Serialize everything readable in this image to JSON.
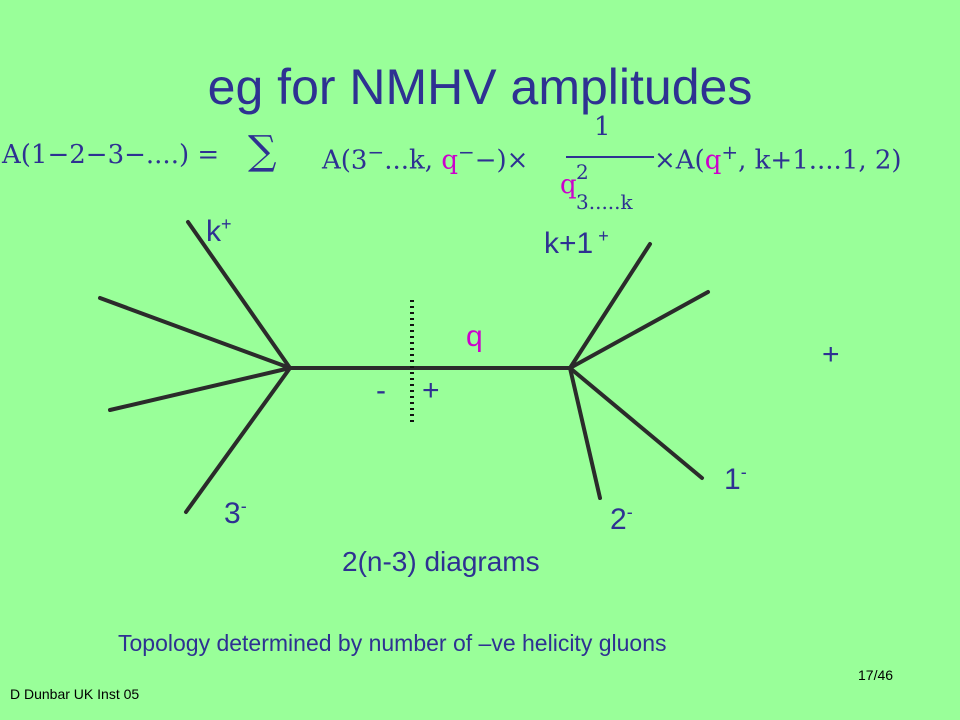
{
  "slide": {
    "title": "eg for NMHV amplitudes",
    "background": "#99FF99",
    "text_color": "#2E3192",
    "accent_color": "#CC00CC"
  },
  "formula": {
    "lhs": "A(1−2−3−....) =",
    "sum": "∑",
    "left_amp_a": "A(3",
    "left_amp_sup": "−",
    "left_amp_b": "...k, ",
    "left_amp_q": "q",
    "left_amp_c": "−)×",
    "frac_num": "1",
    "frac_q": "q",
    "frac_sup": "2",
    "frac_sub": "3.....k",
    "right_amp_a": "×A(",
    "right_amp_q": "q",
    "right_amp_sup": "+",
    "right_amp_b": ", k+1....1, 2)"
  },
  "diagram": {
    "labels": {
      "k_plus": {
        "base": "k",
        "sup": "+"
      },
      "k1_plus": {
        "base": "k+1",
        "sup": " +"
      },
      "q": "q",
      "minus": "-",
      "plus": "+",
      "one_minus": {
        "base": "1",
        "sup": "-"
      },
      "two_minus": {
        "base": "2",
        "sup": "-"
      },
      "three_minus": {
        "base": "3",
        "sup": "-"
      }
    },
    "sum_plus": "+",
    "caption": "2(n-3) diagrams"
  },
  "topology_text": "Topology determined by number of –ve helicity gluons",
  "footer": {
    "page": "17/46",
    "author": "D Dunbar UK Inst  05"
  }
}
